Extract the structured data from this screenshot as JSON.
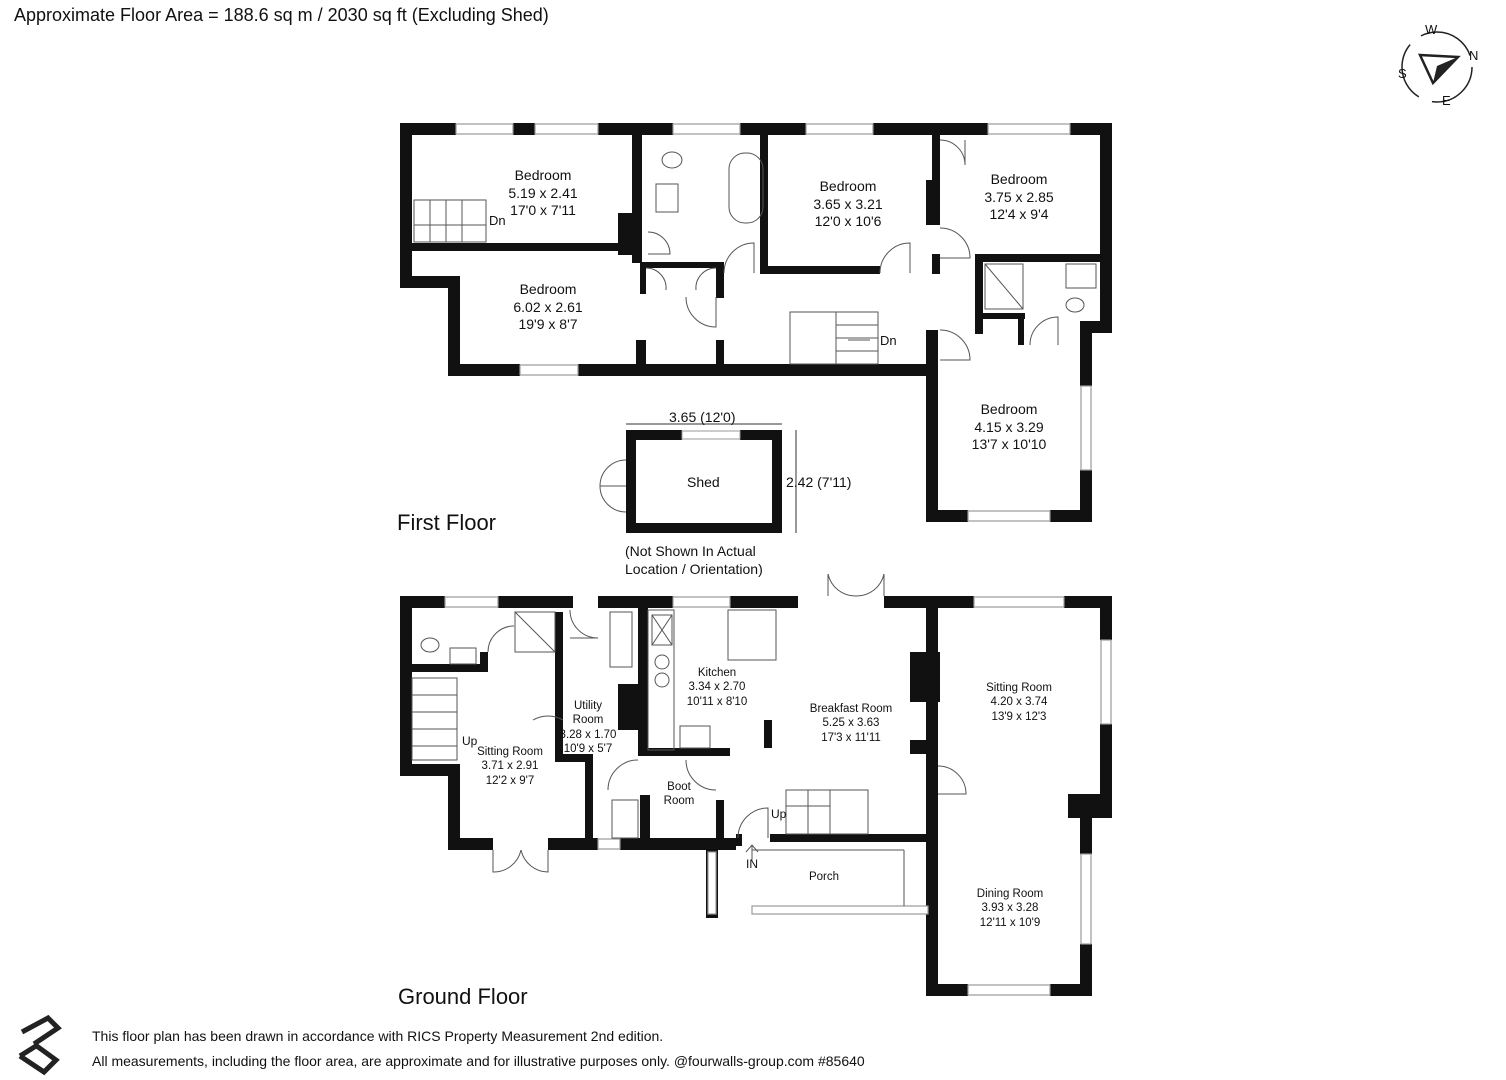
{
  "header": {
    "area_text": "Approximate Floor Area = 188.6 sq m / 2030 sq ft (Excluding Shed)"
  },
  "compass": {
    "n": "N",
    "s": "S",
    "e": "E",
    "w": "W"
  },
  "first_floor": {
    "name": "First Floor",
    "rooms": [
      {
        "name": "Bedroom",
        "metric": "5.19 x 2.41",
        "imperial": "17'0 x 7'11"
      },
      {
        "name": "Bedroom",
        "metric": "3.65 x 3.21",
        "imperial": "12'0 x 10'6"
      },
      {
        "name": "Bedroom",
        "metric": "3.75 x 2.85",
        "imperial": "12'4 x 9'4"
      },
      {
        "name": "Bedroom",
        "metric": "6.02 x 2.61",
        "imperial": "19'9 x 8'7"
      },
      {
        "name": "Bedroom",
        "metric": "4.15 x 3.29",
        "imperial": "13'7 x 10'10"
      }
    ],
    "stairs_label_1": "Dn",
    "stairs_label_2": "Dn"
  },
  "shed": {
    "name": "Shed",
    "width_dim": "3.65 (12'0)",
    "depth_dim": "2.42 (7'11)",
    "note_line1": "(Not Shown In Actual",
    "note_line2": "Location / Orientation)"
  },
  "ground_floor": {
    "name": "Ground Floor",
    "rooms": [
      {
        "name": "Kitchen",
        "metric": "3.34 x 2.70",
        "imperial": "10'11 x 8'10"
      },
      {
        "name": "Utility",
        "name2": "Room",
        "metric": "3.28 x 1.70",
        "imperial": "10'9 x 5'7"
      },
      {
        "name": "Breakfast Room",
        "metric": "5.25 x 3.63",
        "imperial": "17'3 x 11'11"
      },
      {
        "name": "Sitting Room",
        "metric": "4.20 x 3.74",
        "imperial": "13'9 x 12'3"
      },
      {
        "name": "Sitting Room",
        "metric": "3.71 x 2.91",
        "imperial": "12'2 x 9'7"
      },
      {
        "name": "Boot",
        "name2": "Room"
      },
      {
        "name": "Porch"
      },
      {
        "name": "Dining Room",
        "metric": "3.93 x 3.28",
        "imperial": "12'11 x 10'9"
      }
    ],
    "up_label_1": "Up",
    "up_label_2": "Up",
    "entrance": "IN"
  },
  "footer": {
    "line1": "This floor plan has been drawn in accordance with RICS Property Measurement 2nd edition.",
    "line2": "All measurements, including the floor area, are approximate and for illustrative purposes only. @fourwalls-group.com #85640"
  },
  "colors": {
    "wall": "#111111",
    "window": "#999999",
    "fixture": "#555555"
  }
}
